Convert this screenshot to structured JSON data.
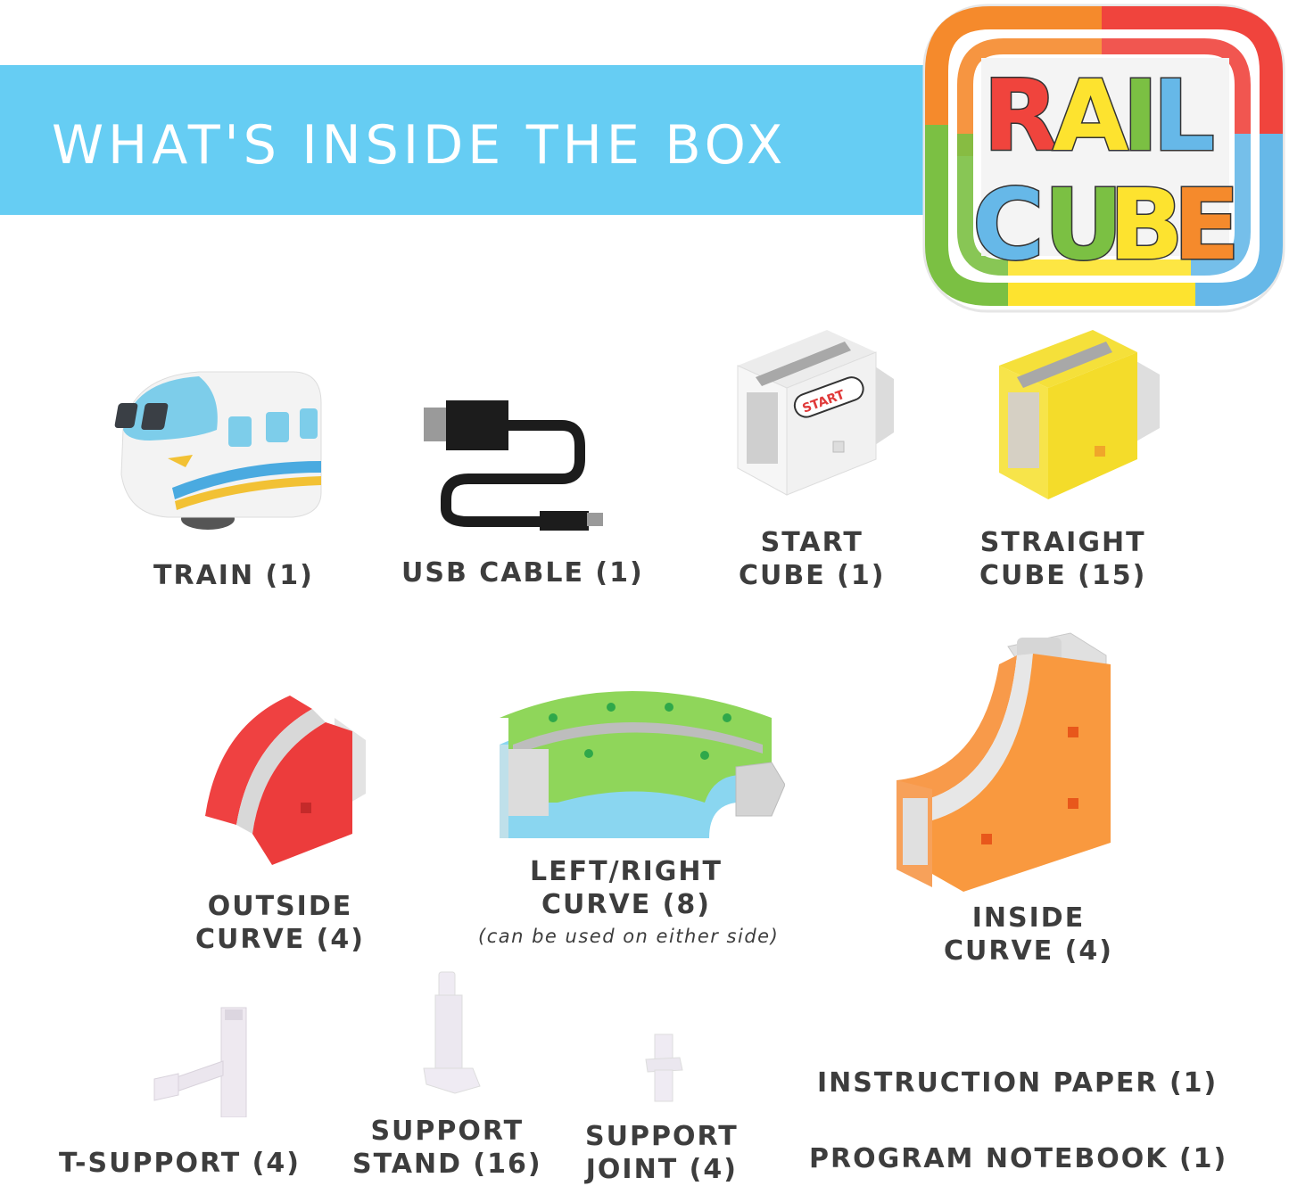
{
  "header": {
    "title": "WHAT'S INSIDE THE BOX",
    "banner_color": "#66cdf3"
  },
  "logo": {
    "line1": "RAIL",
    "line2": "CUBE",
    "colors": [
      "#f0443d",
      "#f58a2c",
      "#7bc043",
      "#fde32f",
      "#66b8e8"
    ]
  },
  "items": [
    {
      "name": "TRAIN (1)",
      "icon": "train-icon"
    },
    {
      "name": "USB CABLE (1)",
      "icon": "usb-cable-icon"
    },
    {
      "name_line1": "START",
      "name_line2": "CUBE (1)",
      "icon": "start-cube-icon",
      "badge": "START"
    },
    {
      "name_line1": "STRAIGHT",
      "name_line2": "CUBE (15)",
      "icon": "straight-cube-icon"
    },
    {
      "name_line1": "OUTSIDE",
      "name_line2": "CURVE (4)",
      "icon": "outside-curve-icon"
    },
    {
      "name_line1": "LEFT/RIGHT",
      "name_line2": "CURVE (8)",
      "note": "(can be used on either side)",
      "icon": "left-right-curve-icon"
    },
    {
      "name_line1": "INSIDE",
      "name_line2": "CURVE (4)",
      "icon": "inside-curve-icon"
    },
    {
      "name": "T-SUPPORT (4)",
      "icon": "t-support-icon"
    },
    {
      "name_line1": "SUPPORT",
      "name_line2": "STAND (16)",
      "icon": "support-stand-icon"
    },
    {
      "name_line1": "SUPPORT",
      "name_line2": "JOINT (4)",
      "icon": "support-joint-icon"
    },
    {
      "name": "INSTRUCTION PAPER (1)"
    },
    {
      "name": "PROGRAM NOTEBOOK (1)"
    }
  ]
}
